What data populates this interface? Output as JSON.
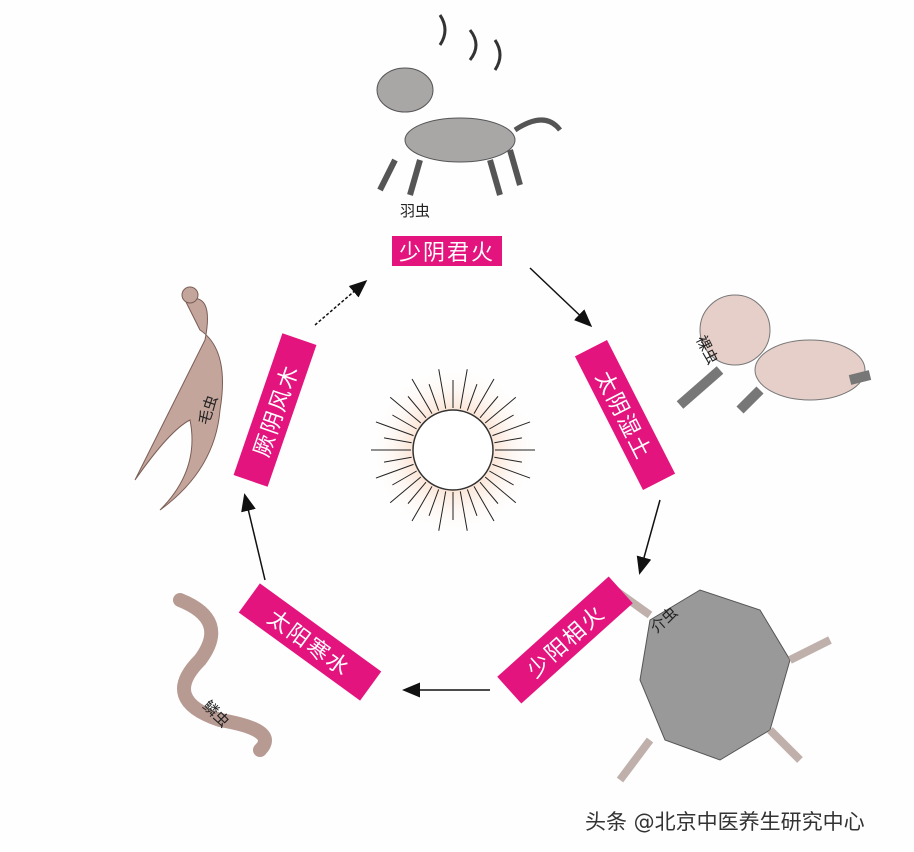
{
  "phases": [
    {
      "name": "少阴君火",
      "animal": "羽虫"
    },
    {
      "name": "太阴湿土",
      "animal": "裸虫"
    },
    {
      "name": "少阳相火",
      "animal": "介虫"
    },
    {
      "name": "太阳寒水",
      "animal": "鳞虫"
    },
    {
      "name": "厥阴风木",
      "animal": "毛虫"
    }
  ],
  "colors": {
    "label_bg": "#e4147f",
    "animal": "#b79a92"
  },
  "watermark": "头条 @北京中医养生研究中心"
}
